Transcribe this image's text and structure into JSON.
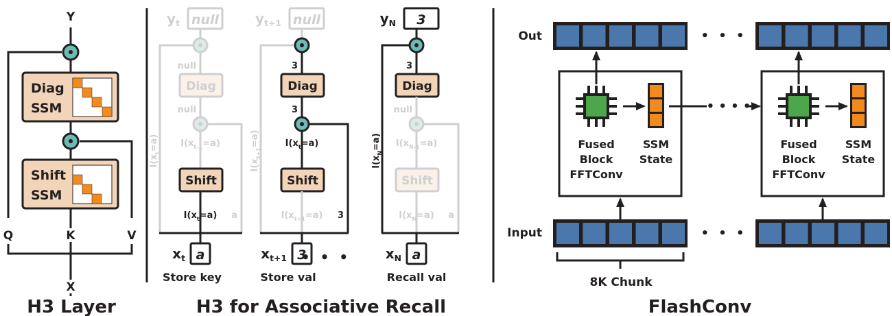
{
  "colors": {
    "stroke": "#231f20",
    "faint": "#cfcfcf",
    "ssm_fill": "#f2d4b8",
    "ssm_fill_faint": "#faf1e9",
    "diag_orange": "#f28a1e",
    "teal": "#6cbcb5",
    "teal_faint": "#dcecea",
    "chip_green": "#4ea64a",
    "cell_blue": "#4a78ad"
  },
  "h3_layer": {
    "title": "H3 Layer",
    "output_label": "Y",
    "input_label": "X",
    "q_label": "Q",
    "k_label": "K",
    "v_label": "V",
    "diag_ssm": [
      "Diag",
      "SSM"
    ],
    "shift_ssm": [
      "Shift",
      "SSM"
    ],
    "multiply_symbol": "⊙"
  },
  "recall": {
    "title": "H3 for Associative Recall",
    "ellipsis": "• • •",
    "columns": [
      {
        "caption": "Store key",
        "y_label": "y",
        "y_sub": "t",
        "y_value": "null",
        "x_label": "x",
        "x_sub": "t",
        "x_value": "a",
        "above_diag": "null",
        "below_diag": "null",
        "between": "I(x",
        "between_sub": "t-1",
        "between_tail": "=a)",
        "shift_out": "I(x",
        "shift_out_sub": "t",
        "shift_out_tail": "=a)",
        "side_left": "I(x",
        "side_left_sub": "t",
        "side_left_tail": "=a)",
        "side_right": "a",
        "diag_label": "Diag",
        "shift_label": "Shift"
      },
      {
        "caption": "Store val",
        "y_label": "y",
        "y_sub": "t+1",
        "y_value": "null",
        "x_label": "x",
        "x_sub": "t+1",
        "x_value": "3",
        "above_diag": "3",
        "below_diag": "3",
        "between": "I(x",
        "between_sub": "t",
        "between_tail": "=a)",
        "shift_out": "I(x",
        "shift_out_sub": "t+1",
        "shift_out_tail": "=a)",
        "side_left": "I(x",
        "side_left_sub": "t+1",
        "side_left_tail": "=a)",
        "side_right": "3",
        "diag_label": "Diag",
        "shift_label": "Shift"
      },
      {
        "caption": "Recall val",
        "y_label": "y",
        "y_sub": "N",
        "y_value": "3",
        "x_label": "x",
        "x_sub": "N",
        "x_value": "a",
        "above_diag": "3",
        "below_diag": "null",
        "between": "I(x",
        "between_sub": "N-1",
        "between_tail": "=a)",
        "shift_out": "I(x",
        "shift_out_sub": "N",
        "shift_out_tail": "=a)",
        "side_left": "I(x",
        "side_left_sub": "N",
        "side_left_tail": "=a)",
        "side_right": "a",
        "diag_label": "Diag",
        "shift_label": "Shift"
      }
    ]
  },
  "flashconv": {
    "title": "FlashConv",
    "out_label": "Out",
    "input_label": "Input",
    "chunk_label": "8K Chunk",
    "block_label": [
      "Fused",
      "Block",
      "FFTConv"
    ],
    "state_label": [
      "SSM",
      "State"
    ],
    "ellipsis": "• • •",
    "arrow_ellipsis": "• • • •"
  }
}
